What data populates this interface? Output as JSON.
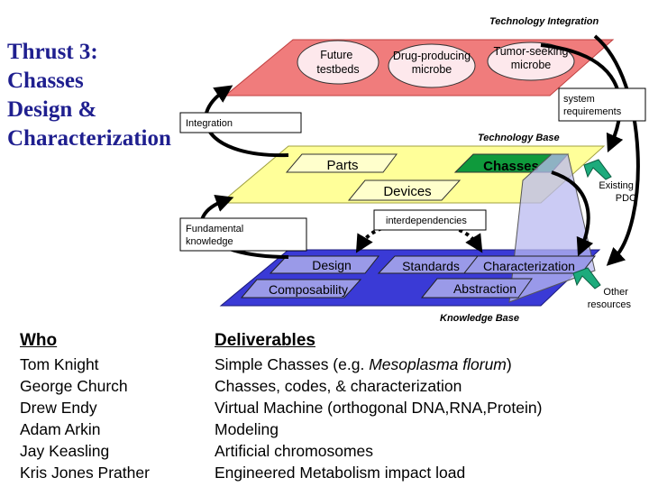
{
  "title_lines": [
    "Thrust 3:",
    "Chasses",
    "Design &",
    "Characterization"
  ],
  "layers": {
    "technology_integration": {
      "label": "Technology Integration",
      "items": [
        "Future testbeds",
        "Drug-producing microbe",
        "Tumor-seeking microbe"
      ]
    },
    "technology_base": {
      "label": "Technology Base",
      "items": [
        "Parts",
        "Chasses",
        "Devices"
      ]
    },
    "knowledge_base": {
      "label": "Knowledge Base",
      "items": [
        "Design",
        "Standards",
        "Characterization",
        "Composability",
        "Abstraction"
      ]
    }
  },
  "callouts": {
    "integration": "Integration",
    "fundamental_knowledge": "Fundamental knowledge",
    "interdependencies": "interdependencies",
    "system_requirements": "system requirements",
    "existing_pdc": "Existing PDC",
    "other_resources": "Other resources"
  },
  "who": {
    "header": "Who",
    "names": [
      "Tom Knight",
      "George Church",
      "Drew Endy",
      "Adam Arkin",
      "Jay Keasling",
      "Kris Jones Prather"
    ]
  },
  "deliverables": {
    "header": "Deliverables",
    "items": [
      {
        "text": "Simple Chasses (e.g. ",
        "italic": "Mesoplasma florum",
        "suffix": ")"
      },
      {
        "text": "Chasses, codes, & characterization",
        "italic": "",
        "suffix": ""
      },
      {
        "text": "Virtual Machine (orthogonal DNA,RNA,Protein)",
        "italic": "",
        "suffix": ""
      },
      {
        "text": "Modeling",
        "italic": "",
        "suffix": ""
      },
      {
        "text": "Artificial chromosomes",
        "italic": "",
        "suffix": ""
      },
      {
        "text": "Engineered Metabolism impact load",
        "italic": "",
        "suffix": ""
      }
    ]
  },
  "colors": {
    "title": "#1f1f8f",
    "top_layer": "#f07c7c",
    "middle_layer": "#ffff99",
    "bottom_layer": "#3a3ad6",
    "chasses_highlight": "#0f9a3c",
    "accent_arrow": "#1dab7c",
    "prism": "#9a9ae8"
  }
}
